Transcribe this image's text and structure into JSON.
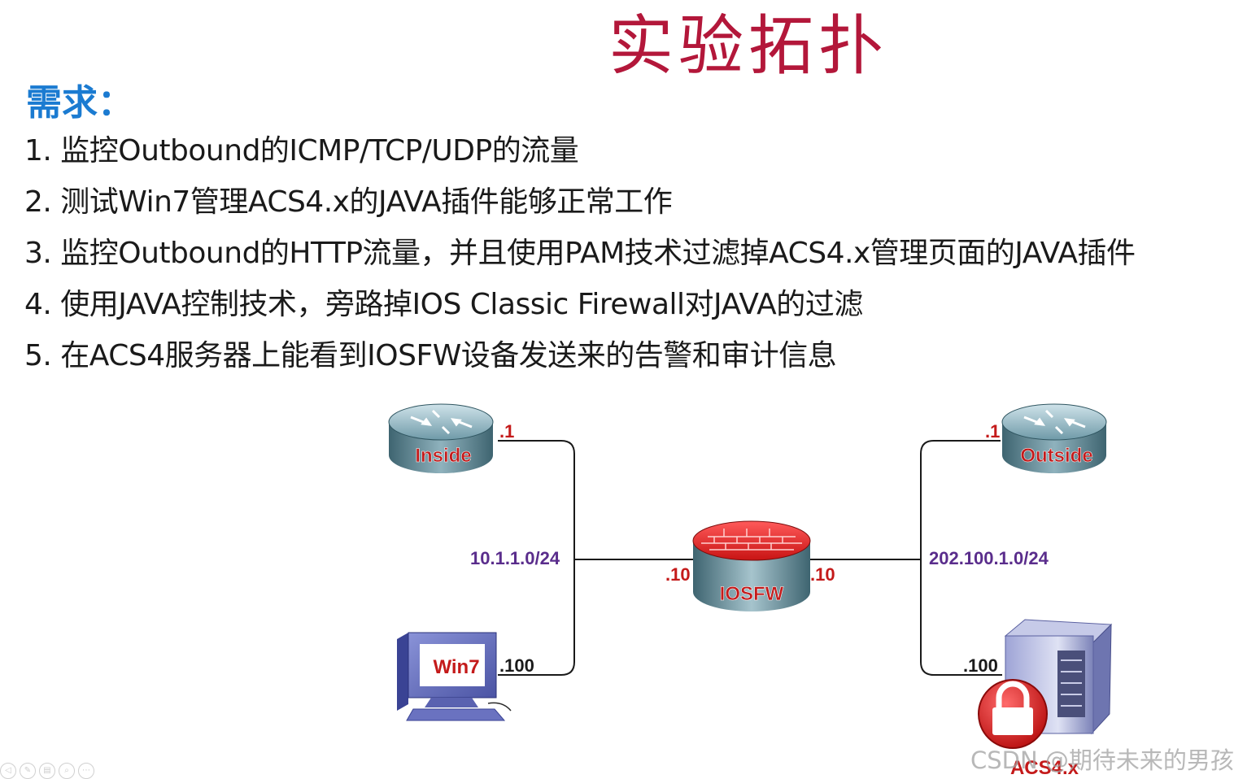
{
  "slide": {
    "title": "实验拓扑",
    "requirements_heading": "需求：",
    "requirements": [
      "1. 监控Outbound的ICMP/TCP/UDP的流量",
      "2. 测试Win7管理ACS4.x的JAVA插件能够正常工作",
      "3. 监控Outbound的HTTP流量，并且使用PAM技术过滤掉ACS4.x管理页面的JAVA插件",
      "4. 使用JAVA控制技术，旁路掉IOS Classic Firewall对JAVA的过滤",
      "5. 在ACS4服务器上能看到IOSFW设备发送来的告警和审计信息"
    ]
  },
  "topology": {
    "nodes": {
      "inside": "Inside",
      "outside": "Outside",
      "iosfw": "IOSFW",
      "win7": "Win7",
      "acs": "ACS4.x"
    },
    "networks": {
      "left": "10.1.1.0/24",
      "right": "202.100.1.0/24"
    },
    "interfaces": {
      "inside": ".1",
      "outside": ".1",
      "iosfw_left": ".10",
      "iosfw_right": ".10",
      "win7": ".100",
      "acs": ".100"
    }
  },
  "colors": {
    "title": "#b3173a",
    "heading": "#1b7bd1",
    "network_label": "#5a2d8c",
    "router_label": "#c41a1a"
  },
  "watermark": "CSDN @期待未来的男孩"
}
